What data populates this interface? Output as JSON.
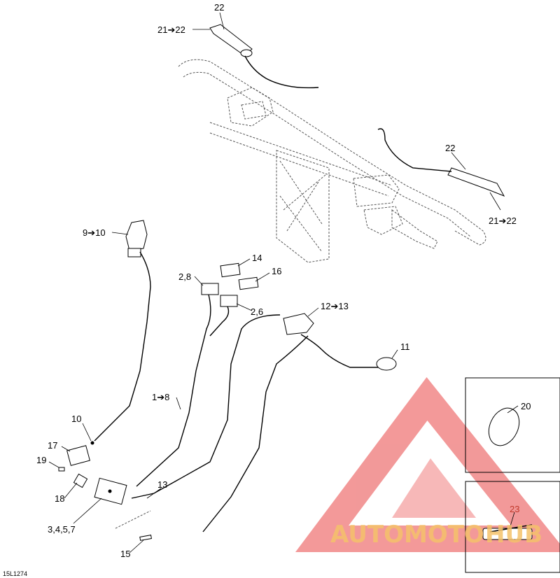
{
  "callouts": {
    "c22_top": "22",
    "c21_22_top": "21➔22",
    "c22_right": "22",
    "c21_22_right": "21➔22",
    "c9_10": "9➔10",
    "c14": "14",
    "c16": "16",
    "c2_8": "2,8",
    "c2_6": "2,6",
    "c12_13": "12➔13",
    "c11": "11",
    "c1_8": "1➔8",
    "c10": "10",
    "c17": "17",
    "c19": "19",
    "c13": "13",
    "c18": "18",
    "c3457": "3,4,5,7",
    "c15": "15",
    "c20": "20",
    "c23": "23"
  },
  "figure_code": "15L1274",
  "watermark": {
    "brand_left": "AUTOMOTO",
    "brand_right": "HUB",
    "color_triangle": "#f08080",
    "color_text": "#f5c26b"
  },
  "colors": {
    "ink": "#000000",
    "dashed": "#555555",
    "callout_red": "#c0392b"
  }
}
